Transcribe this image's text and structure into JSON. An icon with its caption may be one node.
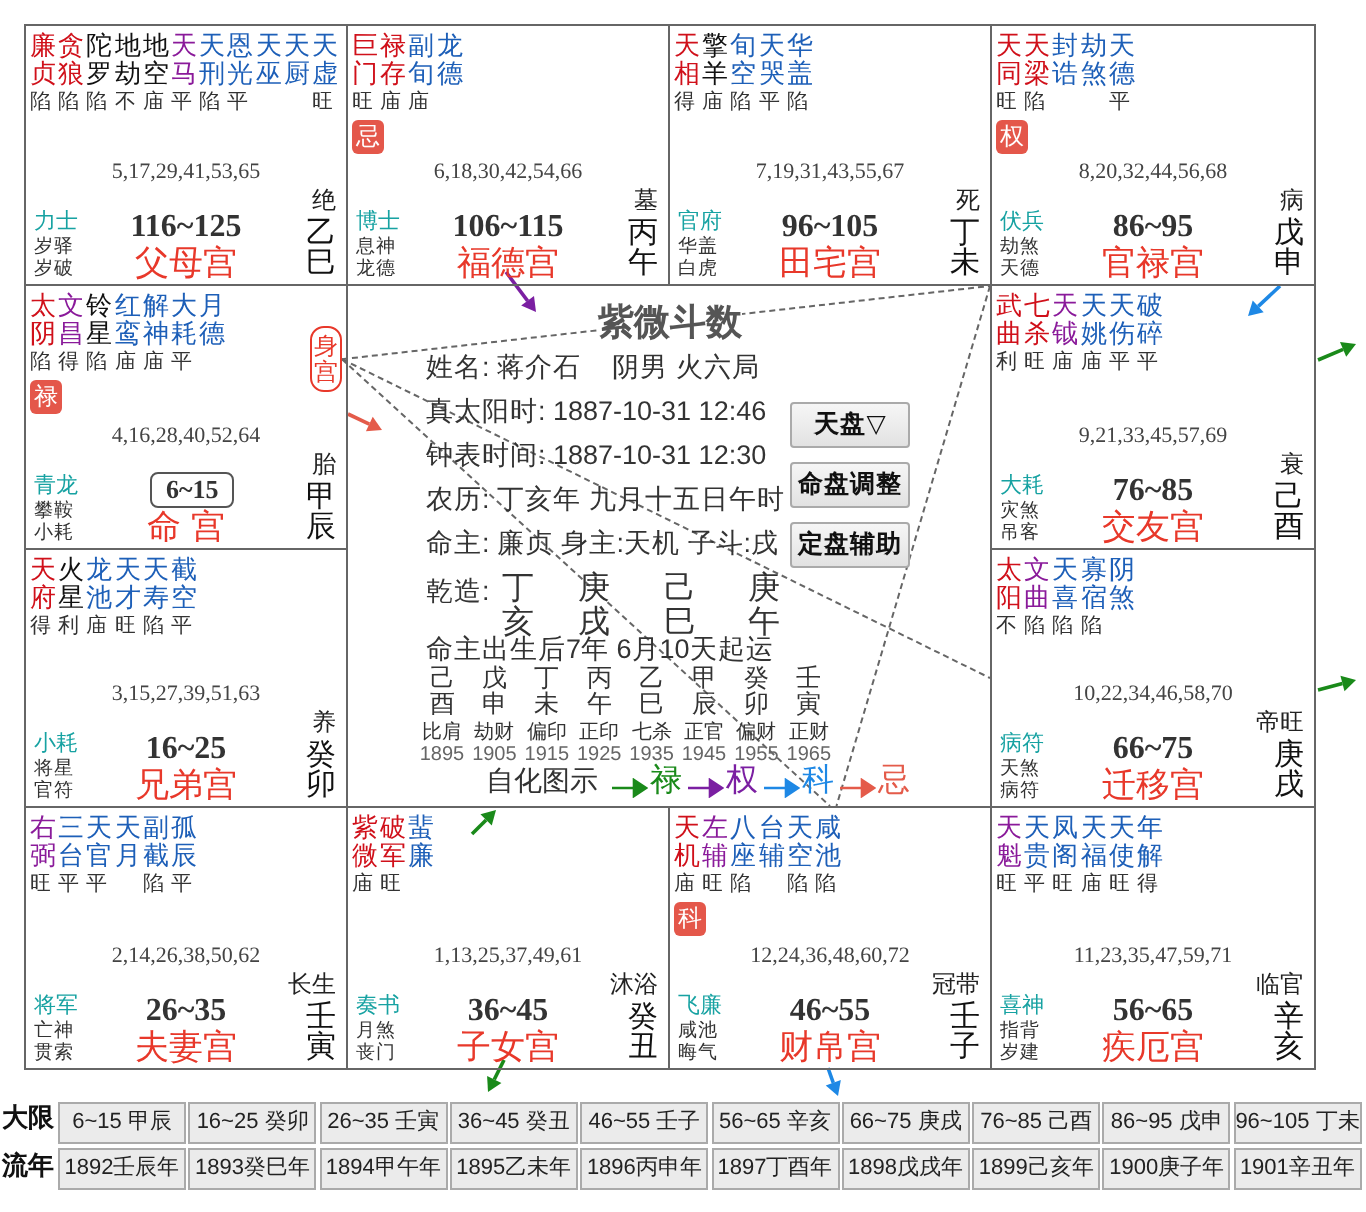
{
  "diagram": {
    "title": "紫微斗数",
    "nodes": [
      {
        "text": [
          "5,17,29,41,53,65",
          "绝",
          "力士",
          "岁驿",
          "岁破",
          "116~125",
          "乙巳",
          "父母宫"
        ]
      },
      {
        "text": [
          "廉贞",
          "陷"
        ],
        "in": 0
      },
      {
        "text": [
          "贪狼",
          "陷"
        ],
        "in": 0
      },
      {
        "text": [
          "陀罗",
          "陷"
        ],
        "in": 0
      },
      {
        "text": [
          "地劫",
          "不"
        ],
        "in": 0
      },
      {
        "text": [
          "地空",
          "庙"
        ],
        "in": 0
      },
      {
        "text": [
          "天马",
          "平"
        ],
        "in": 0
      },
      {
        "text": [
          "天刑",
          "陷"
        ],
        "in": 0
      },
      {
        "text": [
          "恩光",
          "平"
        ],
        "in": 0
      },
      {
        "text": [
          "天巫"
        ],
        "in": 0
      },
      {
        "text": [
          "天厨"
        ],
        "in": 0
      },
      {
        "text": [
          "天虚",
          "旺"
        ],
        "in": 0
      },
      {
        "text": [
          "6,18,30,42,54,66",
          "墓",
          "博士",
          "息神",
          "龙德",
          "106~115",
          "丙午",
          "福德宫"
        ]
      },
      {
        "text": [
          "巨门",
          "旺",
          "忌"
        ],
        "in": 12
      },
      {
        "text": [
          "禄存",
          "庙"
        ],
        "in": 12
      },
      {
        "text": [
          "副旬",
          "庙"
        ],
        "in": 12
      },
      {
        "text": [
          "龙德"
        ],
        "in": 12
      },
      {
        "text": [
          "7,19,31,43,55,67",
          "死",
          "官府",
          "华盖",
          "白虎",
          "96~105",
          "丁未",
          "田宅宫"
        ]
      },
      {
        "text": [
          "天相",
          "得"
        ],
        "in": 17
      },
      {
        "text": [
          "擎羊",
          "庙"
        ],
        "in": 17
      },
      {
        "text": [
          "旬空",
          "陷"
        ],
        "in": 17
      },
      {
        "text": [
          "天哭",
          "平"
        ],
        "in": 17
      },
      {
        "text": [
          "华盖",
          "陷"
        ],
        "in": 17
      },
      {
        "text": [
          "8,20,32,44,56,68",
          "病",
          "伏兵",
          "劫煞",
          "天德",
          "86~95",
          "戊申",
          "官禄宫"
        ]
      },
      {
        "text": [
          "天同",
          "旺",
          "权"
        ],
        "in": 23
      },
      {
        "text": [
          "天梁",
          "陷"
        ],
        "in": 23
      },
      {
        "text": [
          "封诰"
        ],
        "in": 23
      },
      {
        "text": [
          "劫煞"
        ],
        "in": 23
      },
      {
        "text": [
          "天德",
          "平"
        ],
        "in": 23
      },
      {
        "text": [
          "4,16,28,40,52,64",
          "胎",
          "青龙",
          "攀鞍",
          "小耗",
          "6~15",
          "甲辰",
          "命 宫"
        ]
      },
      {
        "text": [
          "太阴",
          "陷",
          "禄"
        ],
        "in": 29
      },
      {
        "text": [
          "文昌",
          "得"
        ],
        "in": 29
      },
      {
        "text": [
          "铃星",
          "陷"
        ],
        "in": 29
      },
      {
        "text": [
          "红鸾",
          "庙"
        ],
        "in": 29
      },
      {
        "text": [
          "解神",
          "庙"
        ],
        "in": 29
      },
      {
        "text": [
          "大耗",
          "平"
        ],
        "in": 29
      },
      {
        "text": [
          "月德"
        ],
        "in": 29
      },
      {
        "text": [
          "身宫"
        ],
        "in": 29
      },
      {
        "text": [
          "9,21,33,45,57,69",
          "衰",
          "大耗",
          "灾煞",
          "吊客",
          "76~85",
          "己酉",
          "交友宫"
        ]
      },
      {
        "text": [
          "武曲",
          "利"
        ],
        "in": 38
      },
      {
        "text": [
          "七杀",
          "旺"
        ],
        "in": 38
      },
      {
        "text": [
          "天钺",
          "庙"
        ],
        "in": 38
      },
      {
        "text": [
          "天姚",
          "庙"
        ],
        "in": 38
      },
      {
        "text": [
          "天伤",
          "平"
        ],
        "in": 38
      },
      {
        "text": [
          "破碎",
          "平"
        ],
        "in": 38
      },
      {
        "text": [
          "3,15,27,39,51,63",
          "养",
          "小耗",
          "将星",
          "官符",
          "16~25",
          "癸卯",
          "兄弟宫"
        ]
      },
      {
        "text": [
          "天府",
          "得"
        ],
        "in": 45
      },
      {
        "text": [
          "火星",
          "利"
        ],
        "in": 45
      },
      {
        "text": [
          "龙池",
          "庙"
        ],
        "in": 45
      },
      {
        "text": [
          "天才",
          "旺"
        ],
        "in": 45
      },
      {
        "text": [
          "天寿",
          "陷"
        ],
        "in": 45
      },
      {
        "text": [
          "截空",
          "平"
        ],
        "in": 45
      },
      {
        "text": [
          "10,22,34,46,58,70",
          "帝旺",
          "病符",
          "天煞",
          "病符",
          "66~75",
          "庚戌",
          "迁移宫"
        ]
      },
      {
        "text": [
          "太阳",
          "不"
        ],
        "in": 52
      },
      {
        "text": [
          "文曲",
          "陷"
        ],
        "in": 52
      },
      {
        "text": [
          "天喜",
          "陷"
        ],
        "in": 52
      },
      {
        "text": [
          "寡宿",
          "陷"
        ],
        "in": 52
      },
      {
        "text": [
          "阴煞"
        ],
        "in": 52
      },
      {
        "text": [
          "2,14,26,38,50,62",
          "长生",
          "将军",
          "亡神",
          "贯索",
          "26~35",
          "壬寅",
          "夫妻宫"
        ]
      },
      {
        "text": [
          "右弼",
          "旺"
        ],
        "in": 58
      },
      {
        "text": [
          "三台",
          "平"
        ],
        "in": 58
      },
      {
        "text": [
          "天官",
          "平"
        ],
        "in": 58
      },
      {
        "text": [
          "天月"
        ],
        "in": 58
      },
      {
        "text": [
          "副截",
          "陷"
        ],
        "in": 58
      },
      {
        "text": [
          "孤辰",
          "平"
        ],
        "in": 58
      },
      {
        "text": [
          "1,13,25,37,49,61",
          "沐浴",
          "奏书",
          "月煞",
          "丧门",
          "36~45",
          "癸丑",
          "子女宫"
        ]
      },
      {
        "text": [
          "紫微",
          "庙"
        ],
        "in": 65
      },
      {
        "text": [
          "破军",
          "旺"
        ],
        "in": 65
      },
      {
        "text": [
          "蜚廉"
        ],
        "in": 65
      },
      {
        "text": [
          "12,24,36,48,60,72",
          "冠带",
          "飞廉",
          "咸池",
          "晦气",
          "46~55",
          "壬子",
          "财帛宫"
        ]
      },
      {
        "text": [
          "天机",
          "庙",
          "科"
        ],
        "in": 69
      },
      {
        "text": [
          "左辅",
          "旺"
        ],
        "in": 69
      },
      {
        "text": [
          "八座",
          "陷"
        ],
        "in": 69
      },
      {
        "text": [
          "台辅"
        ],
        "in": 69
      },
      {
        "text": [
          "天空",
          "陷"
        ],
        "in": 69
      },
      {
        "text": [
          "咸池",
          "陷"
        ],
        "in": 69
      },
      {
        "text": [
          "11,23,35,47,59,71",
          "临官",
          "喜神",
          "指背",
          "岁建",
          "56~65",
          "辛亥",
          "疾厄宫"
        ]
      },
      {
        "text": [
          "天魁",
          "旺"
        ],
        "in": 76
      },
      {
        "text": [
          "天贵",
          "平"
        ],
        "in": 76
      },
      {
        "text": [
          "凤阁",
          "旺"
        ],
        "in": 76
      },
      {
        "text": [
          "天福",
          "庙"
        ],
        "in": 76
      },
      {
        "text": [
          "天使",
          "旺"
        ],
        "in": 76
      },
      {
        "text": [
          "年解",
          "得"
        ],
        "in": 76
      }
    ],
    "edges": [
      {
        "from": 37,
        "to": 23,
        "arrow": "none",
        "style": "dashed"
      },
      {
        "from": 37,
        "to": 52,
        "arrow": "none",
        "style": "dashed"
      },
      {
        "from": 37,
        "to": 69,
        "arrow": "none",
        "style": "dashed"
      },
      {
        "from": 23,
        "to": 69,
        "arrow": "none",
        "style": "dashed"
      }
    ],
    "labels": [
      "姓名: 蒋介石",
      "阴男 火六局",
      "真太阳时: 1887-10-31 12:46",
      "钟表时间: 1887-10-31 12:30",
      "农历: 丁亥年 九月十五日午时",
      "命主: 廉贞 身主:天机 子斗:戌",
      "天盘▽",
      "命盘调整",
      "定盘辅助",
      "乾造:",
      "丁亥",
      "庚戌",
      "己巳",
      "庚午",
      "命主出生后7年 6月10天起运",
      "己酉",
      "比肩",
      "1895",
      "戊申",
      "劫财",
      "1905",
      "丁未",
      "偏印",
      "1915",
      "丙午",
      "正印",
      "1925",
      "乙巳",
      "七杀",
      "1935",
      "甲辰",
      "正官",
      "1945",
      "癸卯",
      "偏财",
      "1955",
      "壬寅",
      "正财",
      "1965",
      "自化图示",
      "大限",
      "6~15 甲辰",
      "16~25 癸卯",
      "26~35 壬寅",
      "36~45 癸丑",
      "46~55 壬子",
      "56~65 辛亥",
      "66~75 庚戌",
      "76~85 己酉",
      "86~95 戊申",
      "96~105 丁未",
      "流年",
      "1892壬辰年",
      "1893癸巳年",
      "1894甲午年",
      "1895乙未年",
      "1896丙申年",
      "1897丁酉年",
      "1898戊戌年",
      "1899己亥年",
      "1900庚子年",
      "1901辛丑年"
    ],
    "legend": [
      {
        "text": "禄",
        "color": "#1a8a1a"
      },
      {
        "text": "权",
        "color": "#7b1fa2"
      },
      {
        "text": "科",
        "color": "#1e88e5"
      },
      {
        "text": "忌",
        "color": "#e45b4a"
      }
    ]
  }
}
